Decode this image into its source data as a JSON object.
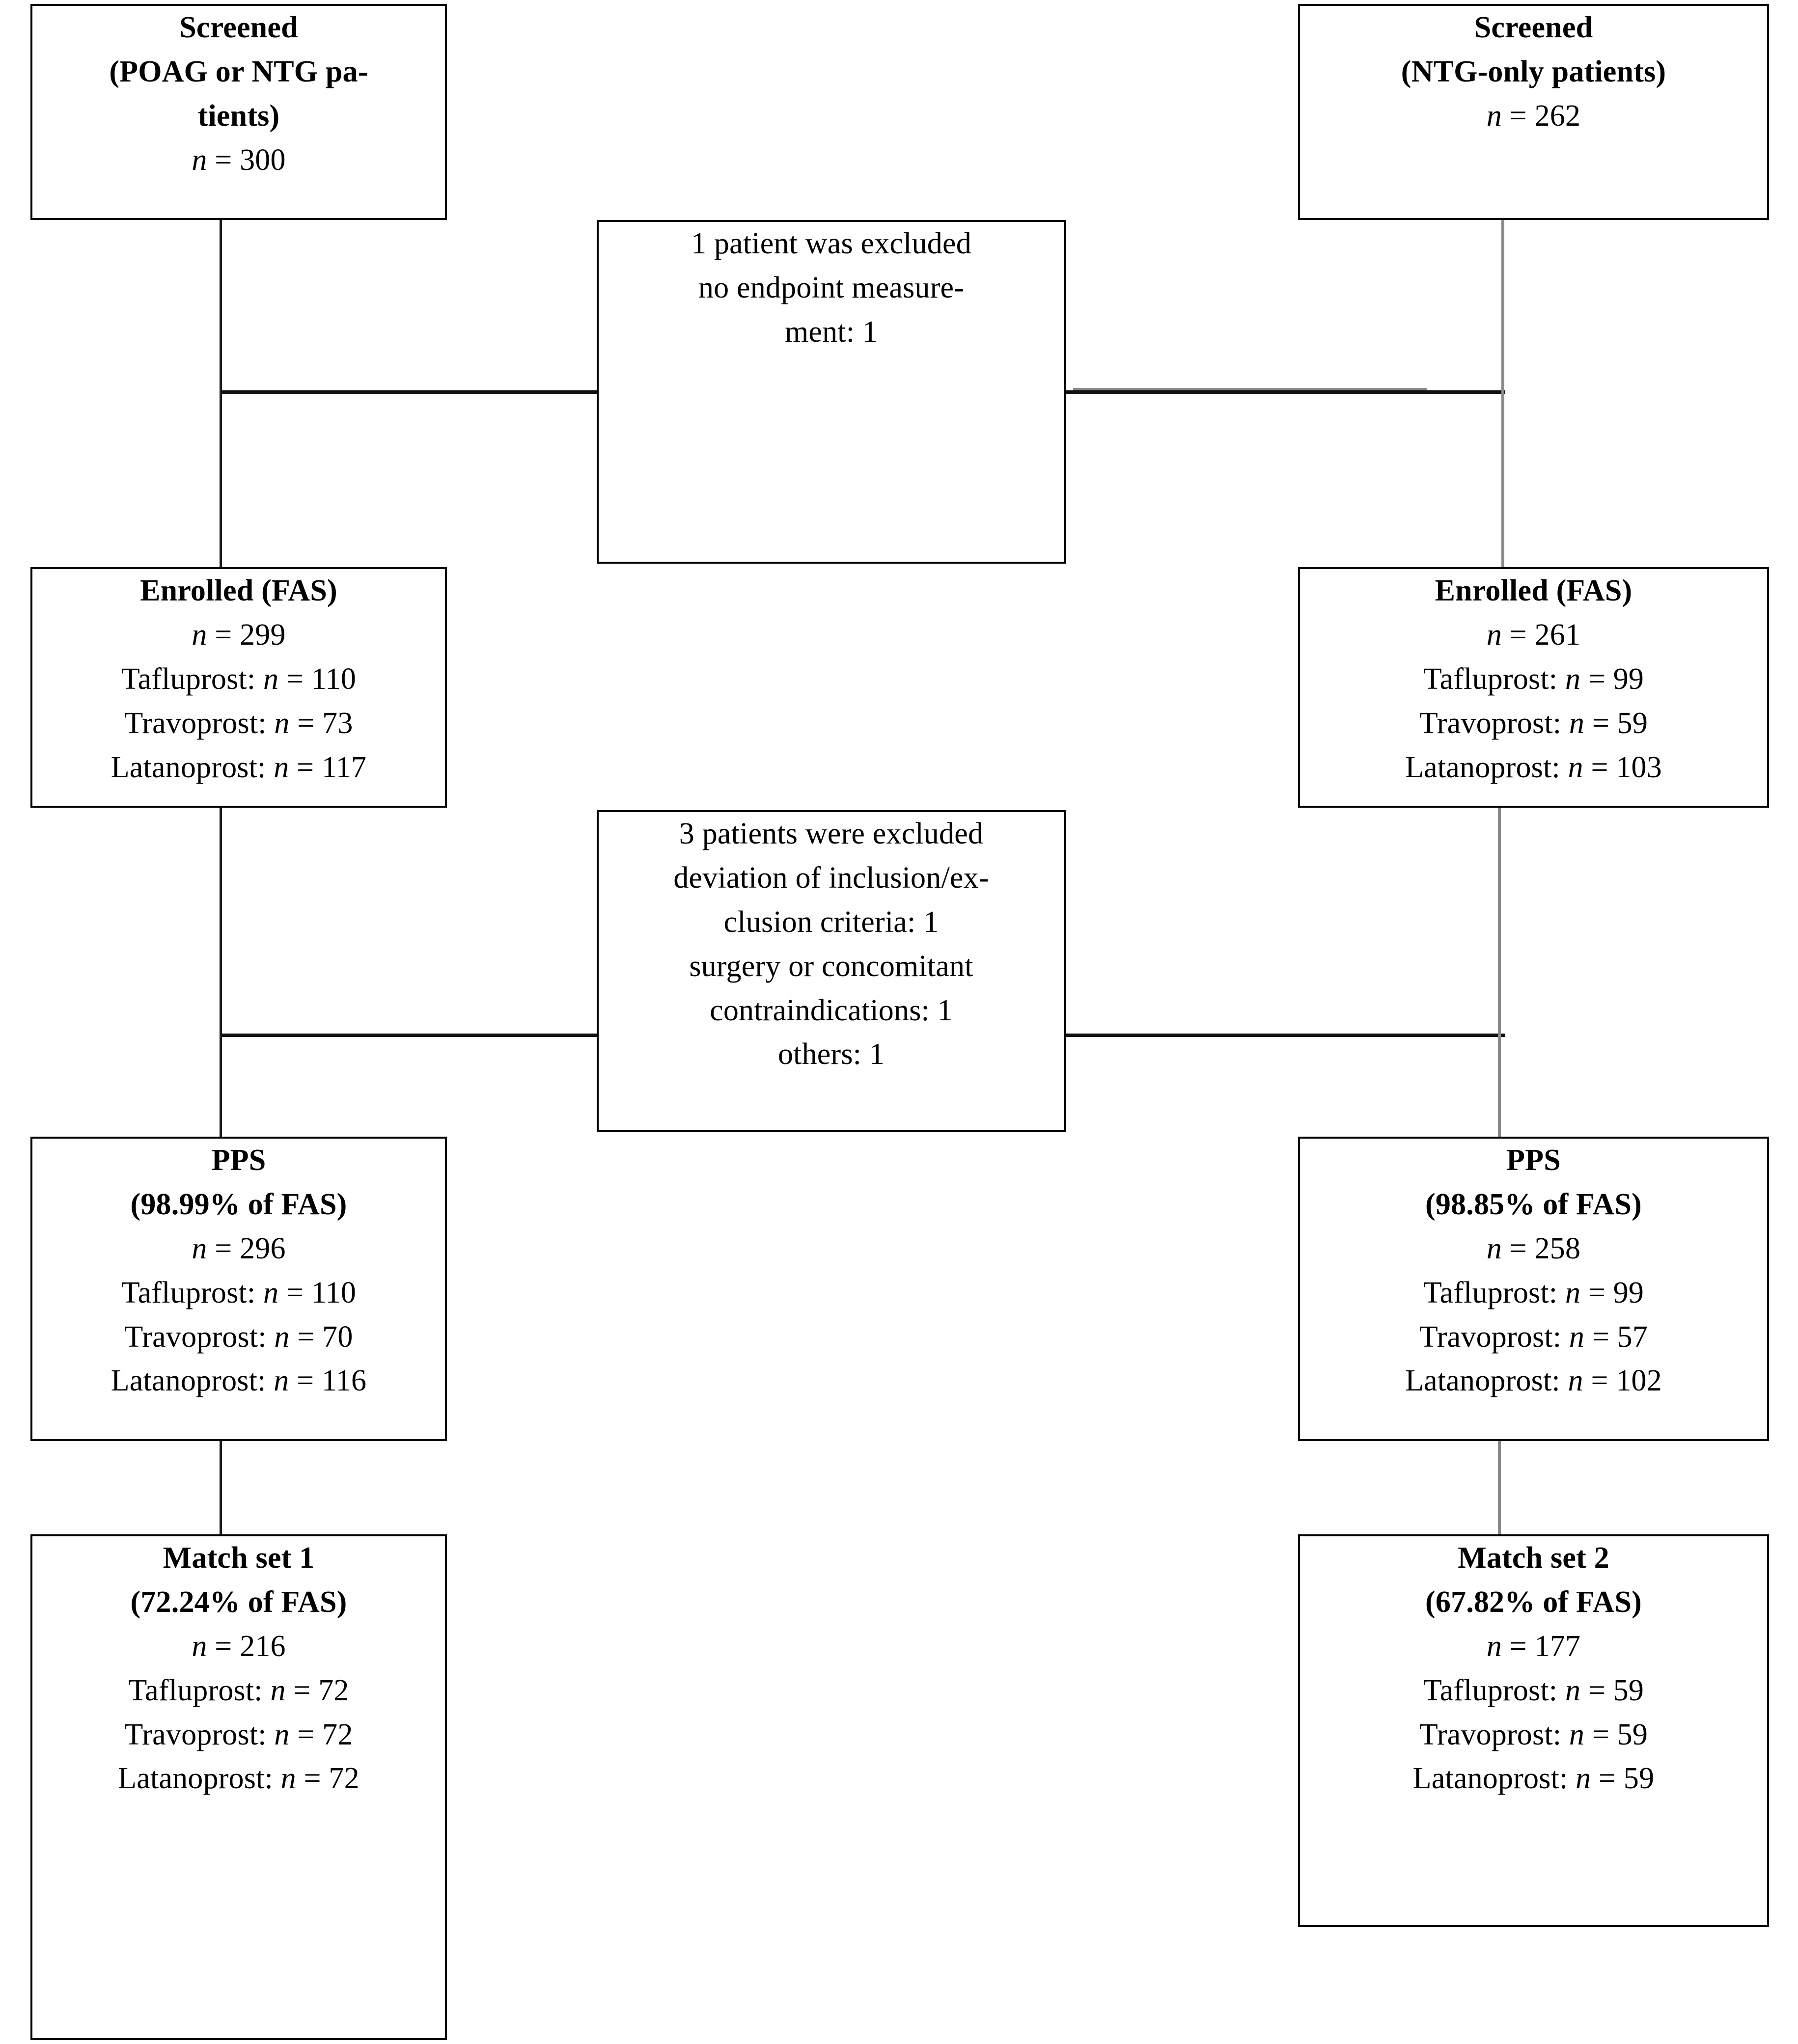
{
  "diagram": {
    "title": "Patient disposition flow diagram",
    "colors": {
      "box_border": "#000000",
      "connector": "#111111",
      "connector_grey": "#8a8a8a",
      "background": "#ffffff",
      "text": "#000000"
    }
  },
  "boxes": {
    "screened_left": {
      "name": "Screened (POAG or NTG patients)",
      "lines": [
        {
          "text": "Screened",
          "bold": true
        },
        {
          "text": "(POAG or NTG pa-",
          "bold": true
        },
        {
          "text": "tients)",
          "bold": true
        },
        {
          "text": "n = 300",
          "italic_prefix": "n",
          "bold": false
        }
      ],
      "title": "Screened",
      "subtitle_a": "(POAG or NTG pa-",
      "subtitle_b": "tients)",
      "n_label": "n",
      "n_value": "= 300"
    },
    "screened_right": {
      "name": "Screened (NTG-only patients)",
      "title": "Screened",
      "subtitle_a": "(NTG-only patients)",
      "n_label": "n",
      "n_value": "= 262"
    },
    "exclusion_1": {
      "name": "1 patient was excluded",
      "line_1": "1 patient was excluded",
      "line_2": "no endpoint measure-",
      "line_3": "ment: 1"
    },
    "exclusion_2": {
      "name": "3 patients were excluded",
      "line_1": "3 patients were excluded",
      "line_2": "deviation of inclusion/ex-",
      "line_3": "clusion criteria: 1",
      "line_4": "surgery or concomitant",
      "line_5": "contraindications: 1",
      "line_6": "others: 1"
    },
    "enrolled_left": {
      "name": "Enrolled (FAS) left",
      "title": "Enrolled (FAS)",
      "n_label": "n",
      "n_value": "= 299",
      "drugs": [
        {
          "label": "Tafluprost:",
          "n_label": "n",
          "n_value": "= 110"
        },
        {
          "label": "Travoprost:",
          "n_label": "n",
          "n_value": "= 73"
        },
        {
          "label": "Latanoprost:",
          "n_label": "n",
          "n_value": "= 117"
        }
      ]
    },
    "enrolled_right": {
      "name": "Enrolled (FAS) right",
      "title": "Enrolled (FAS)",
      "n_label": "n",
      "n_value": "= 261",
      "drugs": [
        {
          "label": "Tafluprost:",
          "n_label": "n",
          "n_value": "= 99"
        },
        {
          "label": "Travoprost:",
          "n_label": "n",
          "n_value": "= 59"
        },
        {
          "label": "Latanoprost:",
          "n_label": "n",
          "n_value": "= 103"
        }
      ]
    },
    "pps_left": {
      "name": "PPS left",
      "title": "PPS",
      "subtitle": "(98.99% of FAS)",
      "n_label": "n",
      "n_value": "= 296",
      "drugs": [
        {
          "label": "Tafluprost:",
          "n_label": "n",
          "n_value": "= 110"
        },
        {
          "label": "Travoprost:",
          "n_label": "n",
          "n_value": "= 70"
        },
        {
          "label": "Latanoprost:",
          "n_label": "n",
          "n_value": "= 116"
        }
      ]
    },
    "pps_right": {
      "name": "PPS right",
      "title": "PPS",
      "subtitle": "(98.85% of FAS)",
      "n_label": "n",
      "n_value": "= 258",
      "drugs": [
        {
          "label": "Tafluprost:",
          "n_label": "n",
          "n_value": "= 99"
        },
        {
          "label": "Travoprost:",
          "n_label": "n",
          "n_value": "= 57"
        },
        {
          "label": "Latanoprost:",
          "n_label": "n",
          "n_value": "= 102"
        }
      ]
    },
    "match_set_1": {
      "name": "Match set 1",
      "title": "Match set 1",
      "subtitle": "(72.24% of FAS)",
      "n_label": "n",
      "n_value": "= 216",
      "drugs": [
        {
          "label": "Tafluprost:",
          "n_label": "n",
          "n_value": "= 72"
        },
        {
          "label": "Travoprost:",
          "n_label": "n",
          "n_value": "= 72"
        },
        {
          "label": "Latanoprost:",
          "n_label": "n",
          "n_value": "= 72"
        }
      ]
    },
    "match_set_2": {
      "name": "Match set 2",
      "title": "Match set 2",
      "subtitle": "(67.82% of FAS)",
      "n_label": "n",
      "n_value": "= 177",
      "drugs": [
        {
          "label": "Tafluprost:",
          "n_label": "n",
          "n_value": "= 59"
        },
        {
          "label": "Travoprost:",
          "n_label": "n",
          "n_value": "= 59"
        },
        {
          "label": "Latanoprost:",
          "n_label": "n",
          "n_value": "= 59"
        }
      ]
    }
  }
}
